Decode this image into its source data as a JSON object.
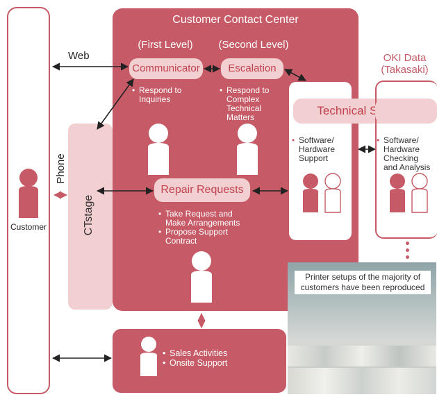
{
  "customer": {
    "label": "Customer"
  },
  "phone": {
    "label": "Phone"
  },
  "ctstage": {
    "label": "CTstage"
  },
  "web": {
    "label": "Web"
  },
  "center": {
    "title": "Customer Contact Center"
  },
  "first_level": {
    "heading": "(First Level)",
    "box": "Communicator",
    "notes": [
      "Respond to",
      "Inquiries"
    ]
  },
  "second_level": {
    "heading": "(Second Level)",
    "box": "Escalation",
    "notes": [
      "Respond to",
      "Complex",
      "Technical",
      "Matters"
    ]
  },
  "repair": {
    "box": "Repair Requests",
    "notes": [
      "Take Request and",
      "Make Arrangements",
      "Propose Support",
      "Contract"
    ]
  },
  "tech_support": {
    "box": "Technical Support",
    "notes": [
      "Software/",
      "Hardware",
      "Support"
    ]
  },
  "oki": {
    "title_line1": "OKI Data",
    "title_line2": "(Takasaki)",
    "notes": [
      "Software/",
      "Hardware",
      "Checking",
      "and Analysis"
    ]
  },
  "sales": {
    "notes": [
      "Sales Activities",
      "Onsite Support"
    ]
  },
  "photo": {
    "caption_line1": "Printer setups of the majority of",
    "caption_line2": "customers have been reproduced"
  },
  "colors": {
    "brand": "#c65a66",
    "pill": "#f2cfd0",
    "pill_text": "#c2414f",
    "figure": "#c65a66",
    "arrow": "#222222"
  }
}
